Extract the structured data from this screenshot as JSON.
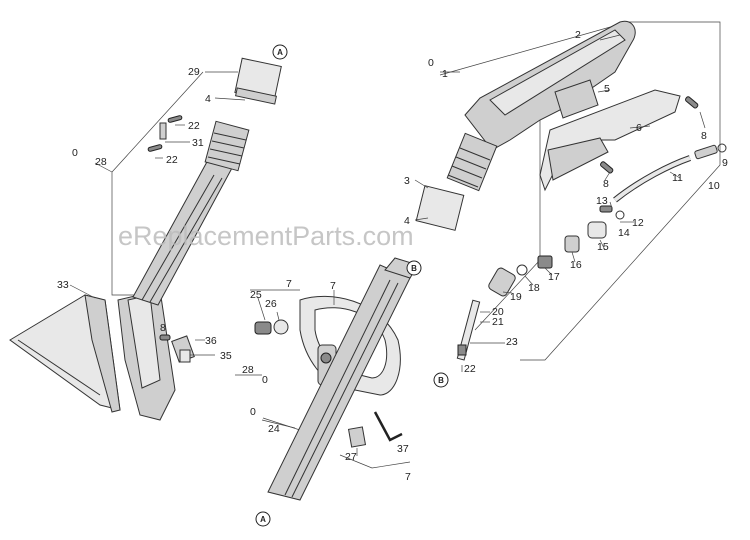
{
  "watermark": "eReplacementParts.com",
  "ref_markers": [
    "A",
    "A",
    "B",
    "B"
  ],
  "callouts": {
    "c29": "29",
    "c4a": "4",
    "c22a": "22",
    "c31": "31",
    "c22b": "22",
    "c0a": "0",
    "c28a": "28",
    "c33": "33",
    "c8a": "8",
    "c36": "36",
    "c35": "35",
    "c28b": "28",
    "c0b": "0",
    "c7a": "7",
    "c25": "25",
    "c26": "26",
    "c7b": "7",
    "c0c": "0",
    "c24": "24",
    "c27": "27",
    "c37": "37",
    "c7c": "7",
    "c0d": "0",
    "c1": "1",
    "c2": "2",
    "c5": "5",
    "c6": "6",
    "c8b": "8",
    "c9": "9",
    "c10": "10",
    "c11": "11",
    "c8c": "8",
    "c3": "3",
    "c4b": "4",
    "c13": "13",
    "c12": "12",
    "c14": "14",
    "c15": "15",
    "c16": "16",
    "c17": "17",
    "c18": "18",
    "c19": "19",
    "c20": "20",
    "c21": "21",
    "c23": "23",
    "c22c": "22"
  }
}
